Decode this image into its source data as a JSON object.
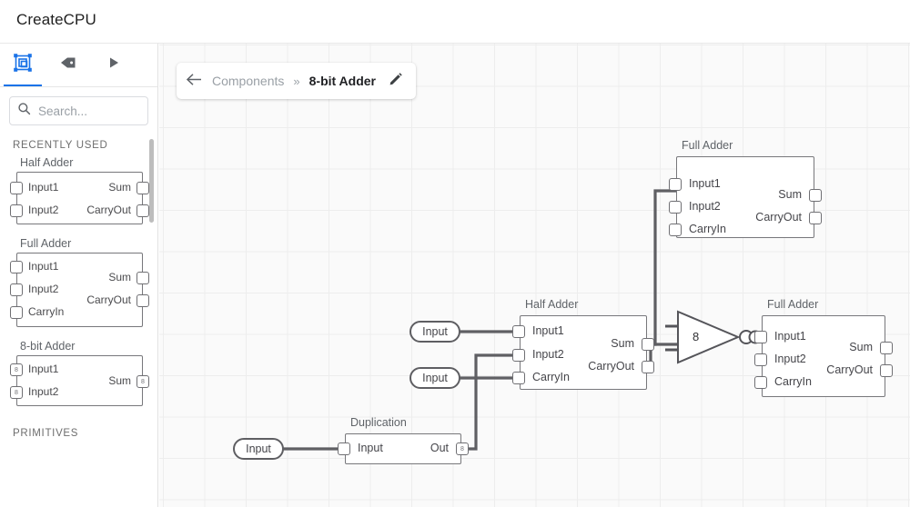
{
  "app": {
    "title": "CreateCPU"
  },
  "sidebar": {
    "tabs": [
      {
        "name": "components-tab",
        "icon": "chip-components-icon",
        "active": true
      },
      {
        "name": "labels-tab",
        "icon": "tag-icon",
        "active": false
      },
      {
        "name": "run-tab",
        "icon": "play-icon",
        "active": false
      }
    ],
    "search": {
      "placeholder": "Search...",
      "value": "",
      "icon": "search-icon"
    },
    "sections": [
      {
        "label": "RECENTLY USED"
      },
      {
        "label": "PRIMITIVES"
      }
    ],
    "palette": [
      {
        "title": "Half Adder",
        "inputs": [
          {
            "label": "Input1",
            "width": ""
          },
          {
            "label": "Input2",
            "width": ""
          }
        ],
        "outputs": [
          {
            "label": "Sum",
            "width": ""
          },
          {
            "label": "CarryOut",
            "width": ""
          }
        ]
      },
      {
        "title": "Full Adder",
        "inputs": [
          {
            "label": "Input1",
            "width": ""
          },
          {
            "label": "Input2",
            "width": ""
          },
          {
            "label": "CarryIn",
            "width": ""
          }
        ],
        "outputs": [
          {
            "label": "Sum",
            "width": ""
          },
          {
            "label": "CarryOut",
            "width": ""
          }
        ]
      },
      {
        "title": "8-bit Adder",
        "inputs": [
          {
            "label": "Input1",
            "width": "8"
          },
          {
            "label": "Input2",
            "width": "8"
          }
        ],
        "outputs": [
          {
            "label": "Sum",
            "width": "8"
          }
        ]
      }
    ]
  },
  "breadcrumb": {
    "back_icon": "arrow-left-icon",
    "root": "Components",
    "separator": "»",
    "current": "8-bit Adder",
    "edit_icon": "pencil-icon"
  },
  "canvas": {
    "grid": true,
    "nodes": [
      {
        "id": "full-adder-top",
        "title": "Full Adder",
        "inputs": [
          "Input1",
          "Input2",
          "CarryIn"
        ],
        "outputs": [
          "Sum",
          "CarryOut"
        ]
      },
      {
        "id": "half-adder-mid",
        "title": "Half Adder",
        "inputs": [
          "Input1",
          "Input2",
          "CarryIn"
        ],
        "outputs": [
          "Sum",
          "CarryOut"
        ]
      },
      {
        "id": "full-adder-right",
        "title": "Full Adder",
        "inputs": [
          "Input1",
          "Input2",
          "CarryIn"
        ],
        "outputs": [
          "Sum",
          "CarryOut"
        ]
      },
      {
        "id": "duplication",
        "title": "Duplication",
        "inputs": [
          "Input"
        ],
        "outputs": [
          "Out"
        ],
        "out_width": "8"
      }
    ],
    "io_pills": [
      {
        "id": "input-pill-1",
        "label": "Input"
      },
      {
        "id": "input-pill-2",
        "label": "Input"
      },
      {
        "id": "input-pill-3",
        "label": "Input"
      }
    ],
    "merger": {
      "id": "merger-node",
      "label": "8"
    }
  },
  "colors": {
    "accent": "#1a73e8",
    "wire": "#5f5f63",
    "node_border": "#77777b",
    "canvas_bg": "#fafafa",
    "grid_line": "#ededed",
    "muted_text": "#5f6368"
  }
}
